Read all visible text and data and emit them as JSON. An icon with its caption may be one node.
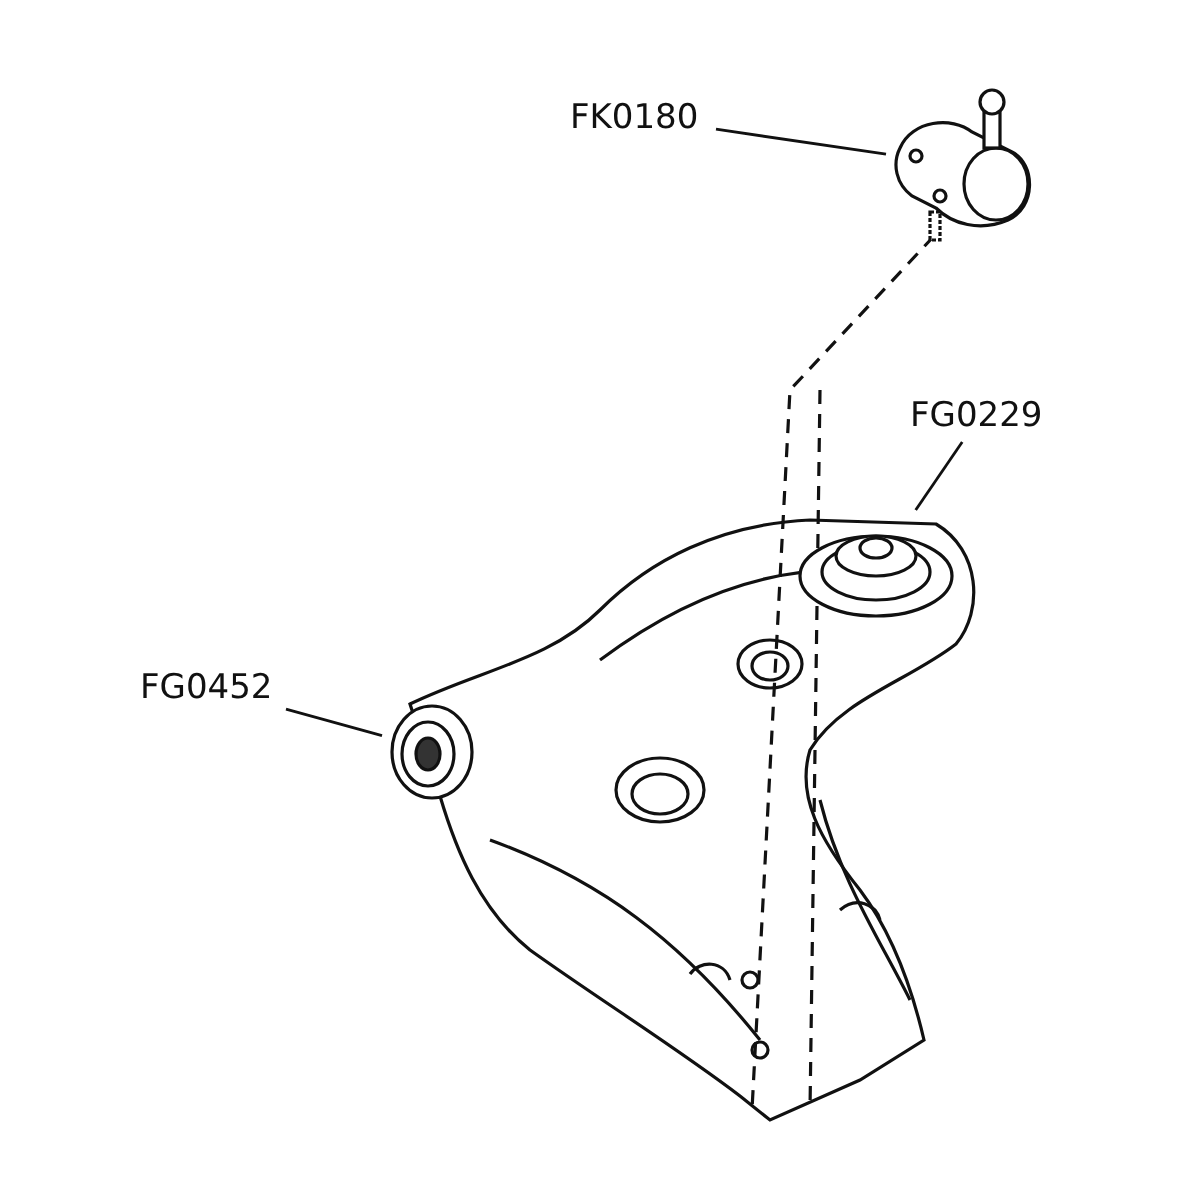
{
  "diagram": {
    "nodes": [
      {
        "text": [
          "FK0180"
        ]
      },
      {
        "text": [],
        "shape": "picture"
      },
      {
        "text": [
          "FG0229"
        ]
      },
      {
        "text": [],
        "shape": "picture"
      },
      {
        "text": [
          "FG0452"
        ]
      },
      {
        "text": [],
        "shape": "picture"
      }
    ],
    "edges": [
      {
        "from": 0,
        "to": 1,
        "arrow": "none"
      },
      {
        "from": 2,
        "to": 3,
        "arrow": "none"
      },
      {
        "from": 4,
        "to": 5,
        "arrow": "none"
      }
    ]
  }
}
